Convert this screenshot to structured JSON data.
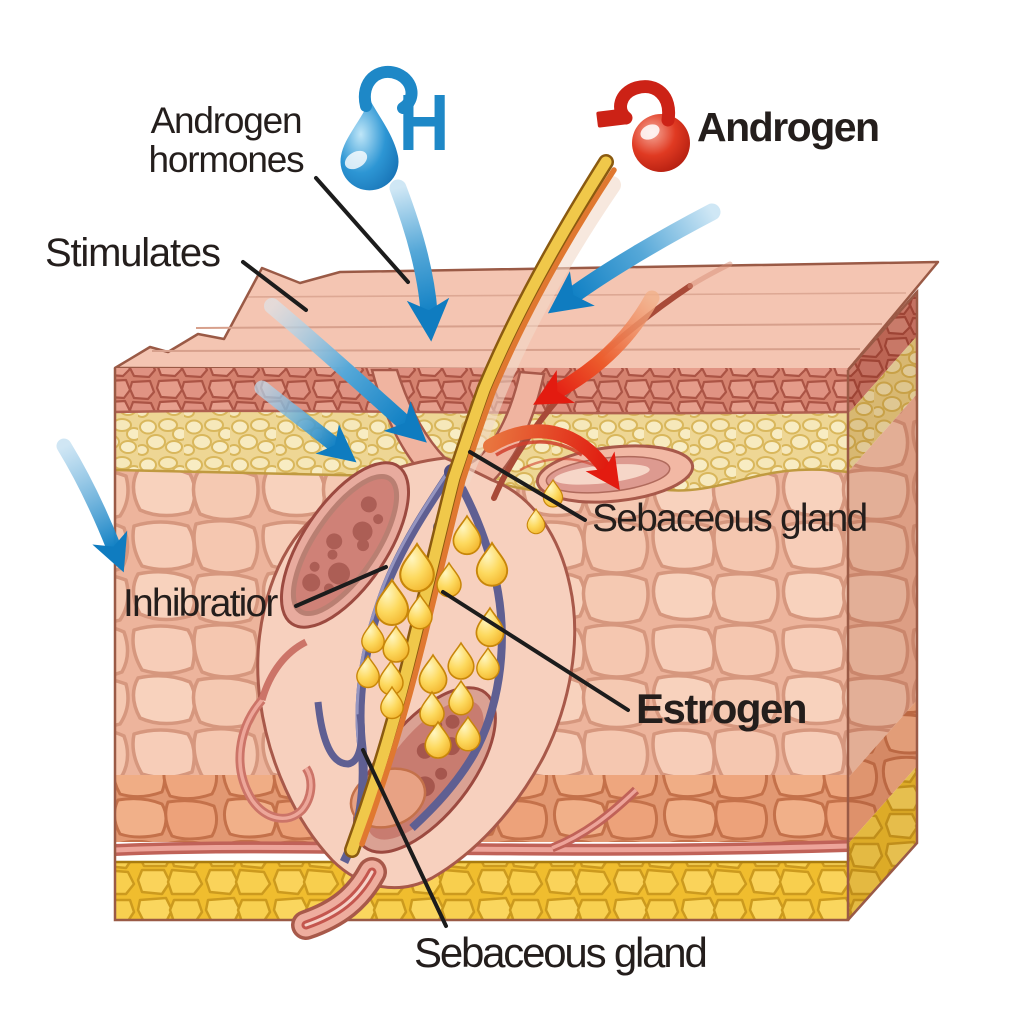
{
  "labels": {
    "androgen_hormones_line1": "Androgen",
    "androgen_hormones_line2": "hormones",
    "stimulates": "Stimulates",
    "androgen": "Androgen",
    "hormone_letter_h": "H",
    "sebaceous_gland_upper": "Sebaceous gland",
    "inhibition": "Inhibratior",
    "estrogen": "Estrogen",
    "sebaceous_gland_lower": "Sebaceous gland"
  },
  "icons": {
    "blue_droplet": "androgen-hormone-droplet-blue",
    "red_droplet": "androgen-molecule-red"
  },
  "colors": {
    "hormone_blue": "#1e88c7",
    "hormone_red": "#cc2216",
    "arrow_blue": "#0f7cc0",
    "arrow_red": "#e31b10",
    "label_text": "#241e1c",
    "skin_surface": "#f4c5b2",
    "epidermis_band": "#d5826f",
    "sebum_layer_yellow": "#eed694",
    "dermis": "#edb49c",
    "hypodermis_fat": "#f0bd2e",
    "sebum_droplet": "#f5c742",
    "gland_tissue": "#cf8177",
    "vessel_purple": "#5f5f92",
    "hair_shaft": "#e07830"
  }
}
